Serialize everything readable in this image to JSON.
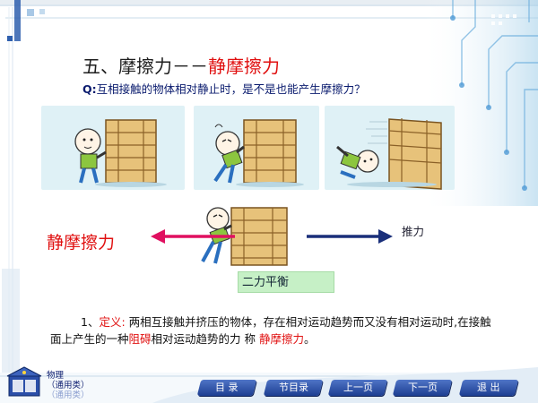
{
  "title": {
    "prefix": "五、摩擦力－－",
    "highlight": "静摩擦力"
  },
  "question": {
    "marker": "Q:",
    "text": "互相接触的物体相对静止时，是不是也能产生摩擦力？"
  },
  "labels": {
    "static_friction": "静摩擦力",
    "push": "推力",
    "balance": "二力平衡"
  },
  "definition": {
    "number": "1、",
    "term": "定义:",
    "part1": " 两相互接触并挤压的物体，存在相对运动趋势而又没有相对运动时,在接触面上产生的一种",
    "hinder": "阻碍",
    "part2": "相对运动趋势的力 称 ",
    "term_name": "静摩擦力",
    "end": "。"
  },
  "logo": {
    "line1": "物理",
    "line2": "（通用类）",
    "line3": "（通用类）"
  },
  "nav": [
    "目 录",
    "节目录",
    "上一页",
    "下一页",
    "退 出"
  ],
  "colors": {
    "accent_red": "#e01010",
    "nav_blue": "#1d3e92",
    "arrow_left": "#e01060",
    "arrow_right": "#1a2f7a"
  }
}
